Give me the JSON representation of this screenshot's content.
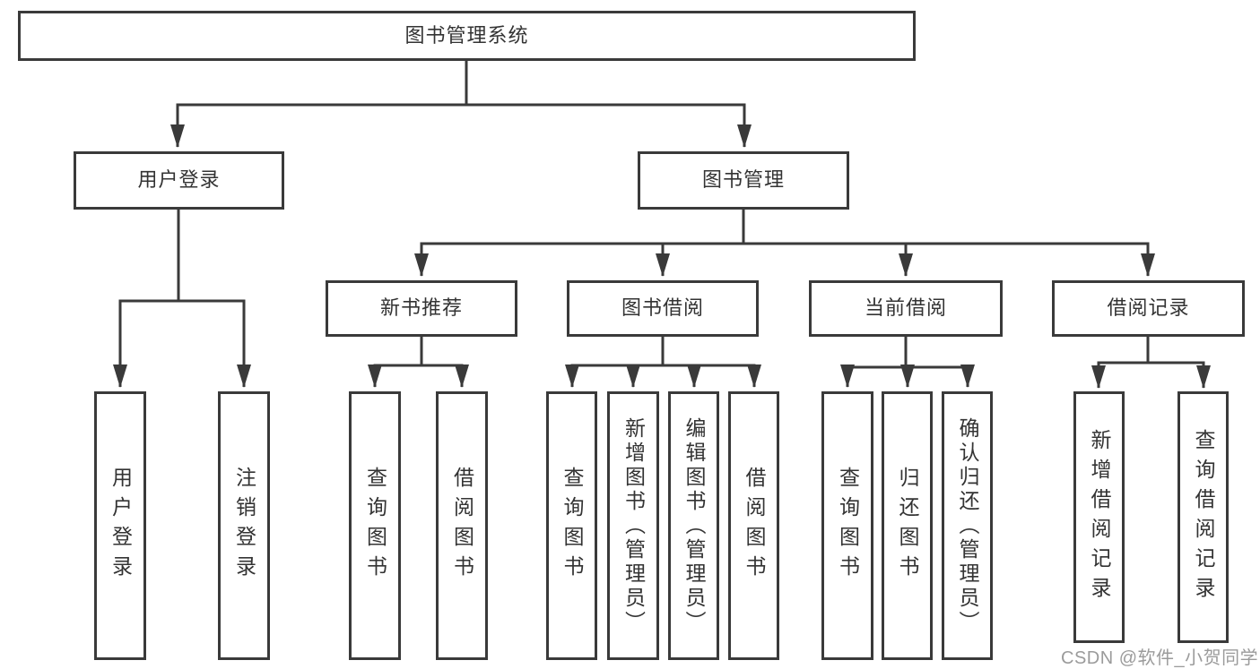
{
  "diagram": {
    "title": "图书管理系统",
    "branches": [
      {
        "label": "用户登录",
        "children": [
          {
            "label": "用户登录"
          },
          {
            "label": "注销登录"
          }
        ]
      },
      {
        "label": "图书管理",
        "children": [
          {
            "label": "新书推荐",
            "children": [
              {
                "label": "查询图书"
              },
              {
                "label": "借阅图书"
              }
            ]
          },
          {
            "label": "图书借阅",
            "children": [
              {
                "label": "查询图书"
              },
              {
                "label": "新增图书（管理员）"
              },
              {
                "label": "编辑图书（管理员）"
              },
              {
                "label": "借阅图书"
              }
            ]
          },
          {
            "label": "当前借阅",
            "children": [
              {
                "label": "查询图书"
              },
              {
                "label": "归还图书"
              },
              {
                "label": "确认归还（管理员）"
              }
            ]
          },
          {
            "label": "借阅记录",
            "children": [
              {
                "label": "新增借阅记录"
              },
              {
                "label": "查询借阅记录"
              }
            ]
          }
        ]
      }
    ]
  },
  "watermark": {
    "text": "CSDN @软件_小贺同学"
  },
  "colors": {
    "line": "#3a3a3a",
    "box_border": "#3a3a3a",
    "text": "#333333",
    "watermark": "#9b9b9b",
    "background": "#ffffff"
  }
}
